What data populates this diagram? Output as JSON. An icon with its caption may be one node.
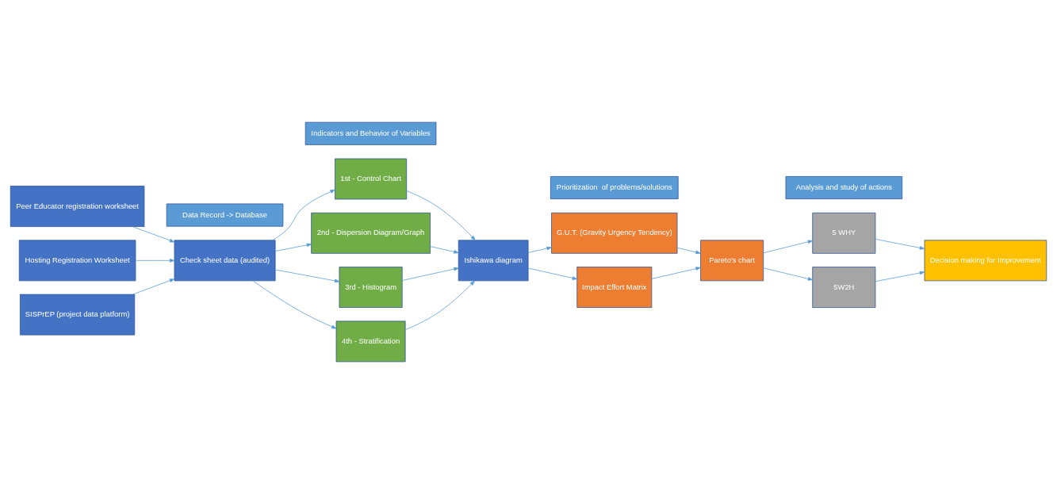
{
  "diagram": {
    "nodes": [
      {
        "text": [
          "Peer Educator registration worksheet"
        ]
      },
      {
        "text": [
          "Hosting Registration Worksheet"
        ]
      },
      {
        "text": [
          "SISPrEP (project data platform)"
        ]
      },
      {
        "text": [
          "Check sheet data (audited)"
        ]
      },
      {
        "text": [
          "1st - Control Chart"
        ]
      },
      {
        "text": [
          "2nd - Dispersion Diagram/Graph"
        ]
      },
      {
        "text": [
          "3rd - Histogram"
        ]
      },
      {
        "text": [
          "4th - Stratification"
        ]
      },
      {
        "text": [
          "Ishikawa diagram"
        ]
      },
      {
        "text": [
          "G.U.T. (Gravity Urgency Tendency)"
        ]
      },
      {
        "text": [
          "Impact Effort Matrix"
        ]
      },
      {
        "text": [
          "Pareto's chart"
        ]
      },
      {
        "text": [
          "5 WHY"
        ]
      },
      {
        "text": [
          "5W2H"
        ]
      },
      {
        "text": [
          "Decision making for Improvement"
        ]
      },
      {
        "text": [
          "Data Record -> Database"
        ]
      },
      {
        "text": [
          "Indicators and Behavior of Variables"
        ]
      },
      {
        "text": [
          "Prioritization  of problems/solutions"
        ]
      },
      {
        "text": [
          "Analysis and study of actions"
        ]
      }
    ],
    "edges": [
      {
        "from": 0,
        "to": 3,
        "arrow": "to"
      },
      {
        "from": 1,
        "to": 3,
        "arrow": "to"
      },
      {
        "from": 2,
        "to": 3,
        "arrow": "to"
      },
      {
        "from": 3,
        "to": 4,
        "arrow": "to"
      },
      {
        "from": 3,
        "to": 5,
        "arrow": "to"
      },
      {
        "from": 3,
        "to": 6,
        "arrow": "to"
      },
      {
        "from": 3,
        "to": 7,
        "arrow": "to"
      },
      {
        "from": 4,
        "to": 8,
        "arrow": "to"
      },
      {
        "from": 5,
        "to": 8,
        "arrow": "to"
      },
      {
        "from": 6,
        "to": 8,
        "arrow": "to"
      },
      {
        "from": 7,
        "to": 8,
        "arrow": "to"
      },
      {
        "from": 8,
        "to": 9,
        "arrow": "to"
      },
      {
        "from": 8,
        "to": 10,
        "arrow": "to"
      },
      {
        "from": 9,
        "to": 11,
        "arrow": "to"
      },
      {
        "from": 10,
        "to": 11,
        "arrow": "to"
      },
      {
        "from": 11,
        "to": 12,
        "arrow": "to"
      },
      {
        "from": 11,
        "to": 13,
        "arrow": "to"
      },
      {
        "from": 12,
        "to": 14,
        "arrow": "to"
      },
      {
        "from": 13,
        "to": 14,
        "arrow": "to"
      }
    ]
  }
}
